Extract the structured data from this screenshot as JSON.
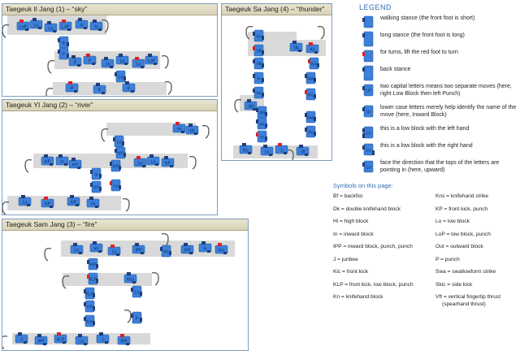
{
  "panels": {
    "sky": {
      "title": "Taegeuk Il Jang (1) – “sky”",
      "labels": [
        "LoP",
        "Lo",
        "Lo",
        "LoP",
        "In",
        "In",
        "In",
        "P",
        "P",
        "P",
        "Lo",
        "Lo",
        "Lo",
        "LoP",
        "Lo",
        "P",
        "P",
        "P"
      ]
    },
    "river": {
      "title": "Taegeuk YI Jang (2) – “river”",
      "labels": [
        "Hi",
        "Hi",
        "Lo",
        "KP",
        "KP",
        "In",
        "In",
        "KP",
        "KP",
        "Lo",
        "Lo",
        "KP",
        "KP",
        "Lo",
        "Lo",
        "KP",
        "KP",
        "Hi"
      ]
    },
    "thunder": {
      "title": "Taegeuk Sa Jang (4) – “thunder”",
      "labels": [
        "Kn",
        "Vft",
        "Dk",
        "Kn",
        "Vft",
        "Kic",
        "In",
        "Swa",
        "Hi",
        "Kic",
        "ddl",
        "ddl",
        "kn",
        "In",
        "Swa",
        "Kn",
        "Kic",
        "Lo",
        "J",
        "Vft"
      ]
    },
    "fire": {
      "title": "Taegeuk Sam Jang (3) – “fire”",
      "labels": [
        "Kn",
        "IPP",
        "In",
        "Kic",
        "Lo",
        "kn",
        "Lo",
        "IPP",
        "KP",
        "KLP",
        "KLP",
        "KP",
        "Kns",
        "Kns",
        "Lo",
        "P",
        "J",
        "IPP",
        "KLP",
        "Lo",
        "J",
        "IPP"
      ]
    }
  },
  "legend": {
    "heading": "LEGEND",
    "items": [
      {
        "text": "walking stance (the front foot is short)",
        "icon": "walking-stance-icon"
      },
      {
        "text": "long stance (the front foot is long)",
        "icon": "long-stance-icon"
      },
      {
        "text": "for turns, lift the red foot to turn",
        "icon": "turn-foot-icon"
      },
      {
        "text": "back stance",
        "icon": "back-stance-icon"
      },
      {
        "text": "two capital letters means two separate moves (here, right Low Block then left Punch)",
        "icon": "two-moves-icon",
        "glyph": "LP"
      },
      {
        "text": "lower case letters merely help identify the name of the move (here, Inward Block)",
        "icon": "lower-case-icon",
        "glyph": "In"
      },
      {
        "text": "this is a low block with the left hand",
        "icon": "left-hand-block-icon",
        "glyph": "Lo"
      },
      {
        "text": "this is a low block with the right hand",
        "icon": "right-hand-block-icon",
        "glyph": "Lo"
      },
      {
        "text": "face the direction that the tops of the letters are pointing in (here, upward)",
        "icon": "direction-icon",
        "glyph": "Lo"
      }
    ]
  },
  "symbols": {
    "title": "Symbols on this page:",
    "left": [
      "Bf = backfist",
      "Dk = double knifehand block",
      "Hi = high block",
      "In = inward block",
      "IPP = inward block, punch, punch",
      "J = junbee",
      "Kic = front kick",
      "KLP = front kick, low block, punch",
      "Kn = knifehand block"
    ],
    "right": [
      "Kns = knifehand strike",
      "KP = front kick, punch",
      "Lo = low block",
      "LoP = low block, punch",
      "Out = outward block",
      "P = punch",
      "Swa = swallowform strike",
      "Skic = side kick",
      "Vft = vertical fingertip thrust",
      "(spearhand thrust)"
    ]
  },
  "colors": {
    "foot": "#3d7fd9",
    "foot_light": "#8fbbf0",
    "lift": "#d8232a",
    "band": "#d9d9d9",
    "title_text": "#2e6db4"
  }
}
